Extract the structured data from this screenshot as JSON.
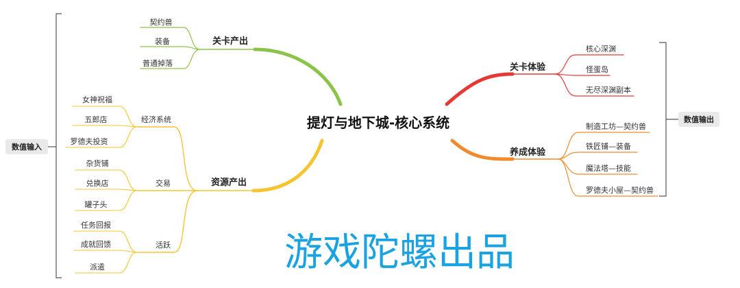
{
  "center": {
    "title": "提灯与地下城-核心系统"
  },
  "left_bracket_label": "数值输入",
  "right_bracket_label": "数值输出",
  "branches": {
    "level_output": {
      "label": "关卡产出",
      "children": [
        "契约兽",
        "装备",
        "普通掉落"
      ]
    },
    "resource_output": {
      "label": "资源产出",
      "groups": [
        {
          "label": "经济系统",
          "children": [
            "女神祝福",
            "五郎店",
            "罗德夫投资"
          ]
        },
        {
          "label": "交易",
          "children": [
            "杂货铺",
            "兑换店",
            "罐子头"
          ]
        },
        {
          "label": "活跃",
          "children": [
            "任务回报",
            "成就回馈",
            "派遣"
          ]
        }
      ]
    },
    "level_experience": {
      "label": "关卡体验",
      "children": [
        "核心深渊",
        "怪蛋岛",
        "无尽深渊副本"
      ]
    },
    "growth_experience": {
      "label": "养成体验",
      "children": [
        "制造工坊—契约兽",
        "铁匠铺—装备",
        "魔法塔—技能",
        "罗德夫小屋—契约兽"
      ]
    }
  },
  "watermark": "游戏陀螺出品",
  "colors": {
    "level_output": "#8bc34a",
    "resource_output": "#f5c431",
    "level_experience": "#e53935",
    "growth_experience": "#f08a2c",
    "bracket": "#555555",
    "watermark": "#1aa3e0"
  }
}
